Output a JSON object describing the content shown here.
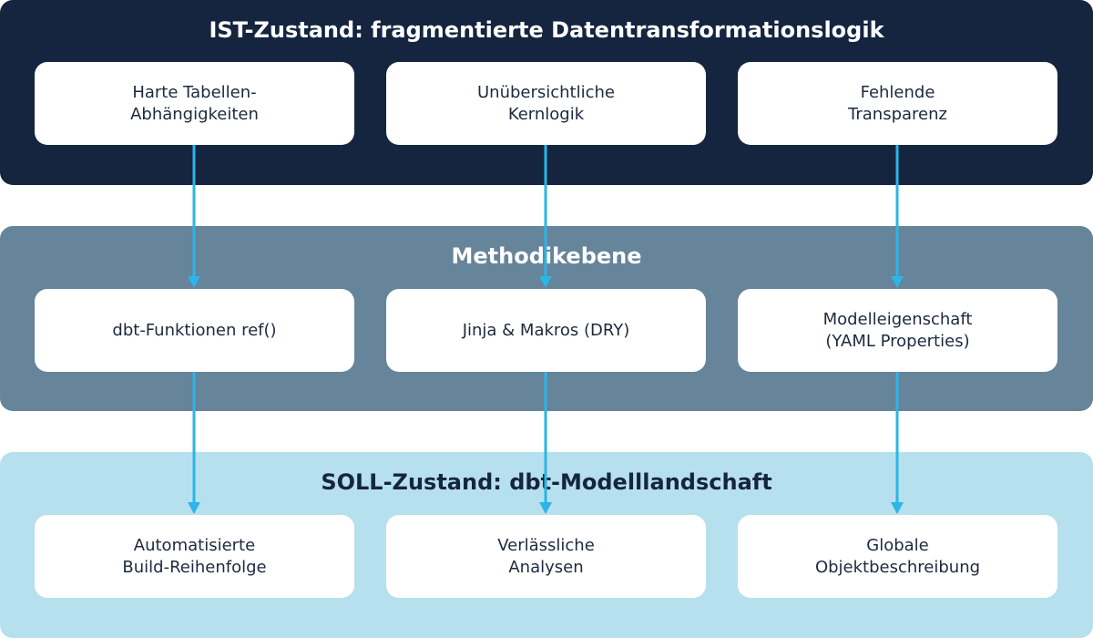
{
  "top_band": {
    "title": "IST-Zustand: fragmentierte Datentransformationslogik",
    "boxes": [
      "Harte Tabellen-\nAbhängigkeiten",
      "Unübersichtliche\nKernlogik",
      "Fehlende\nTransparenz"
    ]
  },
  "middle_band": {
    "title": "Methodikebene",
    "boxes": [
      "dbt-Funktionen ref()",
      "Jinja & Makros (DRY)",
      "Modelleigenschaft\n(YAML Properties)"
    ]
  },
  "bottom_band": {
    "title": "SOLL-Zustand: dbt-Modelllandschaft",
    "boxes": [
      "Automatisierte\nBuild-Reihenfolge",
      "Verlässliche\nAnalysen",
      "Globale\nObjektbeschreibung"
    ]
  },
  "colors": {
    "top_band": "#15253f",
    "middle_band": "#66849a",
    "bottom_band": "#b7e0ee",
    "arrow": "#2bb5e8",
    "box": "#ffffff"
  }
}
